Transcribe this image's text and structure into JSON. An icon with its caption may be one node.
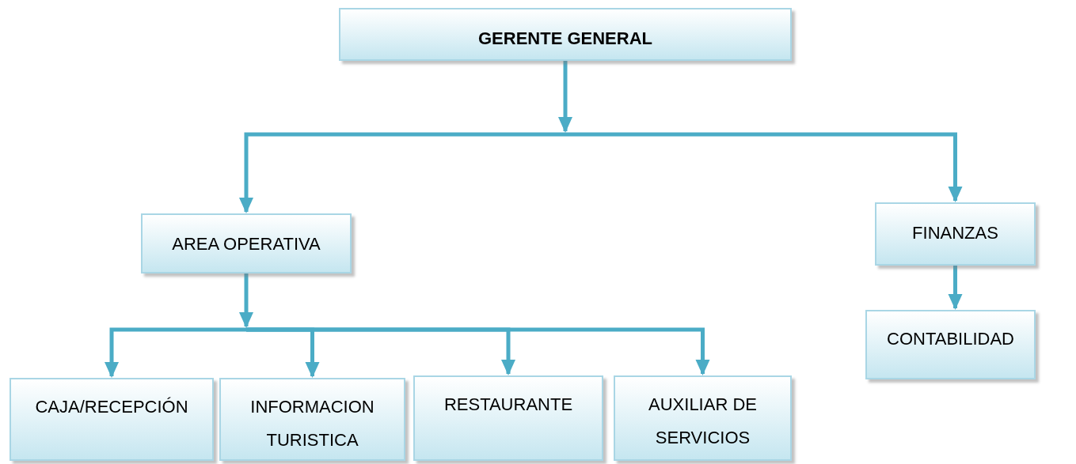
{
  "diagram": {
    "nodes": [
      {
        "text": [
          "GERENTE GENERAL"
        ]
      },
      {
        "text": [
          "AREA OPERATIVA"
        ]
      },
      {
        "text": [
          "FINANZAS"
        ]
      },
      {
        "text": [
          "CAJA/RECEPCIÓN"
        ]
      },
      {
        "text": [
          "INFORMACION TURISTICA"
        ]
      },
      {
        "text": [
          "RESTAURANTE"
        ]
      },
      {
        "text": [
          "AUXILIAR DE SERVICIOS"
        ]
      },
      {
        "text": [
          "CONTABILIDAD"
        ]
      }
    ],
    "edges": [
      {
        "from": 0,
        "to": 1,
        "arrow": "to"
      },
      {
        "from": 0,
        "to": 2,
        "arrow": "to"
      },
      {
        "from": 1,
        "to": 3,
        "arrow": "to"
      },
      {
        "from": 1,
        "to": 4,
        "arrow": "to"
      },
      {
        "from": 1,
        "to": 5,
        "arrow": "to"
      },
      {
        "from": 1,
        "to": 6,
        "arrow": "to"
      },
      {
        "from": 2,
        "to": 7,
        "arrow": "to"
      }
    ]
  }
}
